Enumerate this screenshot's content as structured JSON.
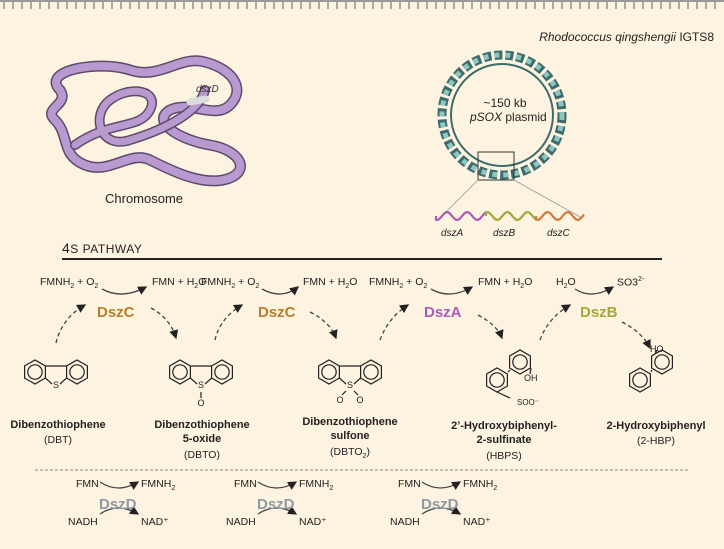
{
  "header": {
    "organism_italic": "Rhodococcus qingshengii",
    "organism_strain": "IGTS8"
  },
  "chromosome": {
    "label": "Chromosome",
    "gene": "dszD"
  },
  "plasmid": {
    "size": "~150 kb",
    "name_italic": "pSOX",
    "name_rest": " plasmid"
  },
  "operon": {
    "genes": [
      "dszA",
      "dszB",
      "dszC"
    ]
  },
  "pathway": {
    "title_big": "4",
    "title_small": "S PATHWAY",
    "steps": [
      {
        "cofactor_in": "FMNH",
        "cofactor_in_sub": "2",
        "cofactor_in_rest": " + O",
        "cofactor_in_sub2": "2",
        "cofactor_out": "FMN + H",
        "cofactor_out_sub": "2",
        "cofactor_out_rest": "O",
        "enzyme": "DszC",
        "color": "#b67f2c"
      },
      {
        "cofactor_in": "FMNH",
        "cofactor_in_sub": "2",
        "cofactor_in_rest": " + O",
        "cofactor_in_sub2": "2",
        "cofactor_out": "FMN + H",
        "cofactor_out_sub": "2",
        "cofactor_out_rest": "O",
        "enzyme": "DszC",
        "color": "#b67f2c"
      },
      {
        "cofactor_in": "FMNH",
        "cofactor_in_sub": "2",
        "cofactor_in_rest": " + O",
        "cofactor_in_sub2": "2",
        "cofactor_out": "FMN + H",
        "cofactor_out_sub": "2",
        "cofactor_out_rest": "O",
        "enzyme": "DszA",
        "color": "#a95cb6"
      },
      {
        "cofactor_in": "H",
        "cofactor_in_sub": "2",
        "cofactor_in_rest": "O",
        "cofactor_in_sub2": "",
        "cofactor_out": "SO3",
        "cofactor_out_sub": "",
        "cofactor_out_rest": "",
        "cofactor_out_sup": "2-",
        "enzyme": "DszB",
        "color": "#a3a83b"
      }
    ],
    "compounds": [
      {
        "name1": "Dibenzothiophene",
        "name2": "",
        "abbr": "(DBT)"
      },
      {
        "name1": "Dibenzothiophene",
        "name2": "5-oxide",
        "abbr": "(DBTO)"
      },
      {
        "name1": "Dibenzothiophene",
        "name2": "sulfone",
        "abbr": "(DBTO",
        "abbr_sub": "2",
        "abbr_end": ")"
      },
      {
        "name1": "2’-Hydroxybiphenyl-",
        "name2": "2-sulfinate",
        "abbr": "(HBPS)"
      },
      {
        "name1": "2-Hydroxybiphenyl",
        "name2": "",
        "abbr": "(2-HBP)"
      }
    ],
    "atom_labels": {
      "S": "S",
      "O": "O",
      "OH": "OH",
      "HO": "HO",
      "sulfinate": "SOO⁻"
    }
  },
  "regeneration": {
    "enzyme": "DszD",
    "color": "#8f99a3",
    "fmn": "FMN",
    "fmnh": "FMNH",
    "fmnh_sub": "2",
    "nadh": "NADH",
    "nad": "NAD⁺"
  }
}
